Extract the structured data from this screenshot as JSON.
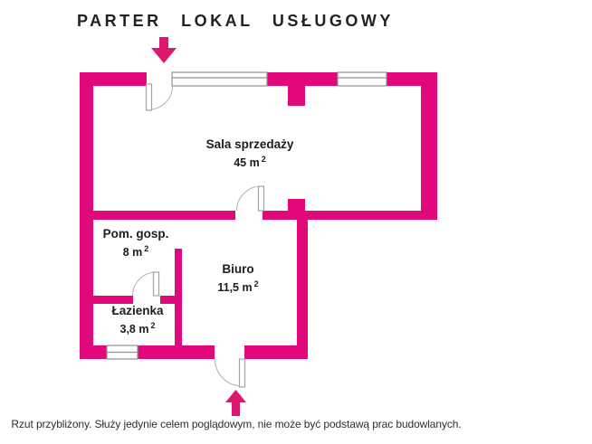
{
  "title": "PARTER LOKAL USŁUGOWY",
  "colors": {
    "wall_pink": "#e1087b",
    "arrow_pink": "#dc176f",
    "outline_gray": "#909090",
    "text_dark": "#1d1d1d"
  },
  "rooms": [
    {
      "name": "Sala sprzedaży",
      "area": "45 m",
      "area_sup": "2"
    },
    {
      "name": "Pom. gosp.",
      "area": "8 m",
      "area_sup": "2"
    },
    {
      "name": "Biuro",
      "area": "11,5 m",
      "area_sup": "2"
    },
    {
      "name": "Łazienka",
      "area": "3,8 m",
      "area_sup": "2"
    }
  ],
  "icons": {
    "top_entrance_arrow": "arrow-down",
    "bottom_entrance_arrow": "arrow-up"
  },
  "footer": {
    "disclaimer": "Rzut przybliżony. Służy jedynie celem poglądowym, nie może być podstawą prac budowlanych."
  }
}
